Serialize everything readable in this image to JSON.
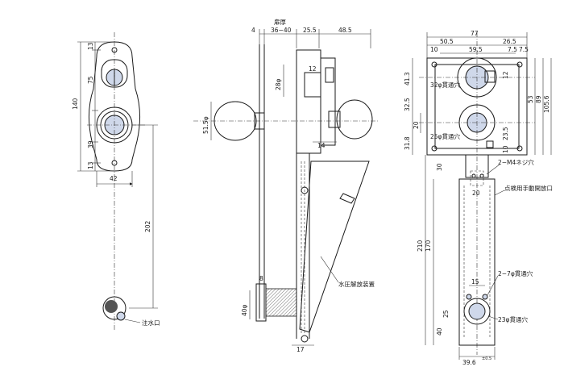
{
  "colors": {
    "line": "#1a1a1a",
    "hole_fill": "#cfd8ea",
    "background": "#ffffff"
  },
  "front_view": {
    "dims": {
      "d13_top": "13",
      "d140": "140",
      "d75": "75",
      "d39": "39",
      "d13_bot": "13",
      "d42": "42",
      "d202": "202"
    },
    "labels": {
      "water_inlet": "注水口"
    }
  },
  "side_view": {
    "dims": {
      "thickness_label": "扉厚",
      "d4": "4",
      "d36_40": "36−40",
      "d25_5": "25.5",
      "d48_5": "48.5",
      "d28": "28φ",
      "d12": "12",
      "d51_5": "51.5φ",
      "d14": "14",
      "d8": "8",
      "d40": "40φ",
      "d17": "17"
    },
    "labels": {
      "hydraulic_release": "水圧解放装置"
    }
  },
  "back_view": {
    "dims": {
      "d77": "77",
      "d50_5": "50.5",
      "d26_5": "26.5",
      "d10": "10",
      "d59_5": "59.5",
      "d7_5a": "7.5",
      "d7_5b": "7.5",
      "d41_3": "41.3",
      "d12": "12",
      "d53": "53",
      "d89": "89",
      "d105_6": "105.6",
      "d32_5": "32.5",
      "d20": "20",
      "d31_8": "31.8",
      "d23_5": "23.5",
      "d10b": "10",
      "d30": "30",
      "d20b": "20",
      "d210": "210",
      "d170": "170",
      "d15": "15",
      "d25": "25",
      "d40": "40",
      "d39_6": "39.6"
    },
    "tolerance": "±0.5",
    "labels": {
      "hole32": "32φ貫通穴",
      "hole25": "25φ貫通穴",
      "m4": "2−M4ネジ穴",
      "manual_release": "点検用手動開放口",
      "hole7": "2−7φ貫通穴",
      "hole23": "23φ貫通穴"
    }
  }
}
